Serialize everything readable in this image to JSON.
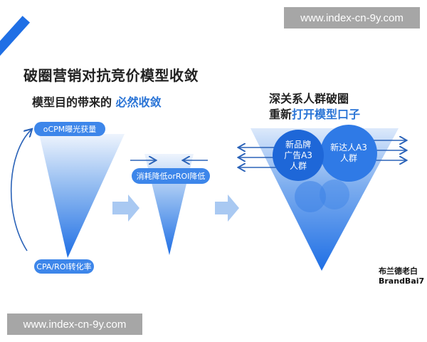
{
  "watermarks": {
    "top": "www.index-cn-9y.com",
    "bottom": "www.index-cn-9y.com"
  },
  "title": "破圈营销对抗竞价模型收敛",
  "left_section": {
    "heading_prefix": "模型目的带来的 ",
    "heading_highlight": "必然收敛",
    "funnel_top_label": "oCPM曝光获量",
    "funnel_bottom_label": "CPA/ROI转化率"
  },
  "middle_section": {
    "label": "消耗降低orROI降低"
  },
  "right_section": {
    "heading_line1": "深关系人群破圈",
    "heading_line2_prefix": "重新",
    "heading_line2_highlight": "打开模型口子",
    "circle_brand": "新品牌广告A3人群",
    "circle_kol": "新达人A3人群"
  },
  "brand": {
    "cn": "布兰德老白",
    "en": "BrandBai7"
  },
  "colors": {
    "accent": "#1f6fe5",
    "highlight_text": "#2a74d6",
    "pill": "#3d86ea",
    "funnel_dark": "#1f6fe5",
    "funnel_light": "#e9f1fc",
    "arrow_block": "#a9c9f2",
    "line_arrow": "#2b63b8"
  }
}
